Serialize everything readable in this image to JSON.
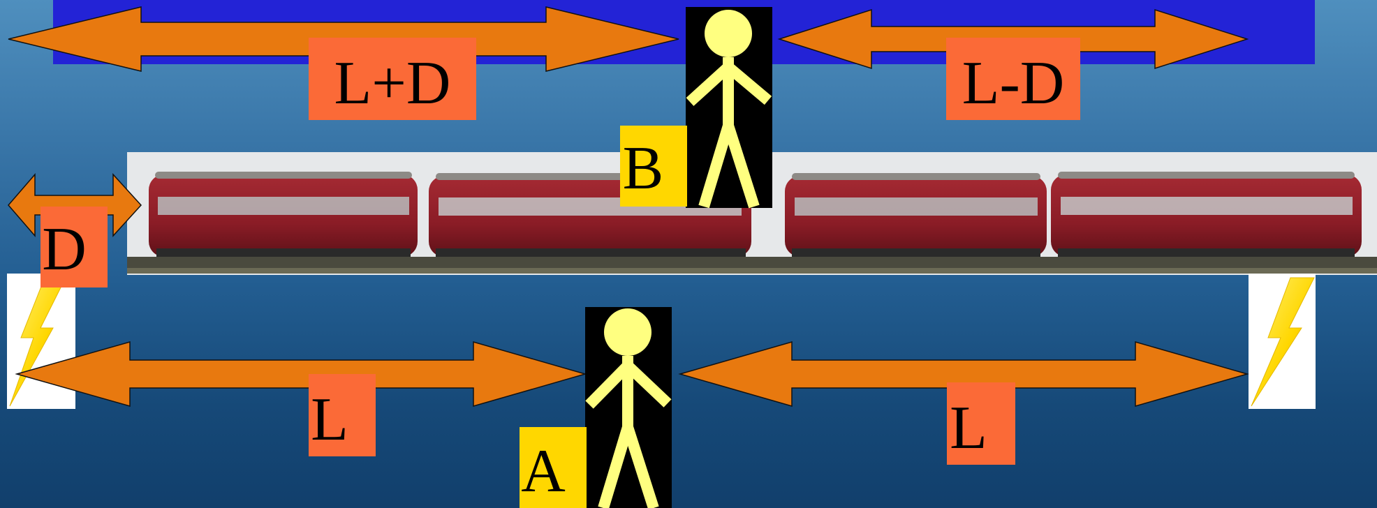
{
  "labels": {
    "top_left_distance": "L+D",
    "top_right_distance": "L-D",
    "train_length_difference": "D",
    "bottom_left_distance": "L",
    "bottom_right_distance": "L",
    "observer_on_train": "B",
    "observer_on_ground": "A"
  },
  "icons": {
    "observer": "stick-figure-icon",
    "lightning": "lightning-bolt-icon",
    "arrow": "double-headed-arrow-icon"
  },
  "colors": {
    "top_band": "#2323d6",
    "arrow_fill": "#e8790f",
    "label_box": "#fb6a37",
    "observer_label_box": "#ffd700",
    "figure_fill": "#ffff80",
    "figure_background": "#000000",
    "lightning": "#ffd700",
    "train_body": "#8c1c26",
    "photo_background": "#e6e8ea"
  }
}
